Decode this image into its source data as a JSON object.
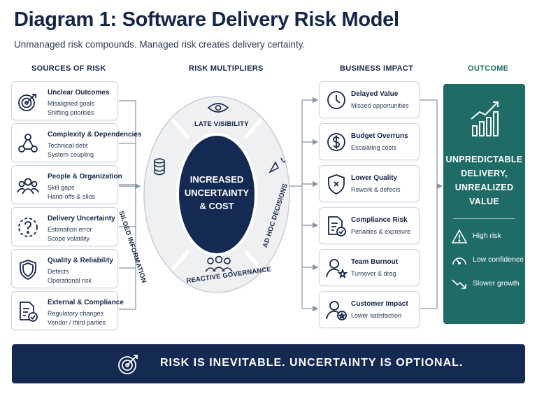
{
  "title": "Diagram 1: Software Delivery Risk Model",
  "subtitle": "Unmanaged risk compounds. Managed risk creates delivery certainty.",
  "columns": {
    "sources": "SOURCES OF RISK",
    "multipliers": "RISK MULTIPLIERS",
    "impact": "BUSINESS IMPACT",
    "outcome": "OUTCOME"
  },
  "sources": [
    {
      "title": "Unclear Outcomes",
      "line1": "Misaligned goals",
      "line2": "Shifting priorities",
      "icon": "target-icon"
    },
    {
      "title": "Complexity & Dependencies",
      "line1": "Technical debt",
      "line2": "System coupling",
      "icon": "network-icon"
    },
    {
      "title": "People & Organization",
      "line1": "Skill gaps",
      "line2": "Hand-offs & silos",
      "icon": "people-icon"
    },
    {
      "title": "Delivery Uncertainty",
      "line1": "Estimation error",
      "line2": "Scope volatility",
      "icon": "question-icon"
    },
    {
      "title": "Quality & Reliability",
      "line1": "Defects",
      "line2": "Operational risk",
      "icon": "shield-icon"
    },
    {
      "title": "External & Compliance",
      "line1": "Regulatory changes",
      "line2": "Vendor / third parties",
      "icon": "document-check-icon"
    }
  ],
  "multipliers": {
    "top": "LATE VISIBILITY",
    "right": "AD HOC DECISIONS",
    "bottom": "REACTIVE GOVERNANCE",
    "left": "SILOED INFORMATION",
    "center_line1": "INCREASED",
    "center_line2": "UNCERTAINTY",
    "center_line3": "& COST"
  },
  "impacts": [
    {
      "title": "Delayed Value",
      "line1": "Missed opportunities",
      "icon": "clock-icon"
    },
    {
      "title": "Budget Overruns",
      "line1": "Escalating costs",
      "icon": "dollar-icon"
    },
    {
      "title": "Lower Quality",
      "line1": "Rework & defects",
      "icon": "shield-x-icon"
    },
    {
      "title": "Compliance Risk",
      "line1": "Penalties & exposure",
      "icon": "document-check-icon"
    },
    {
      "title": "Team Burnout",
      "line1": "Turnover & drag",
      "icon": "person-star-icon"
    },
    {
      "title": "Customer Impact",
      "line1": "Lower satisfaction",
      "icon": "customer-icon"
    }
  ],
  "outcome": {
    "line1": "UNPREDICTABLE",
    "line2": "DELIVERY,",
    "line3": "UNREALIZED",
    "line4": "VALUE",
    "items": [
      {
        "label": "High risk",
        "icon": "warning-icon"
      },
      {
        "label": "Low confidence",
        "icon": "gauge-icon"
      },
      {
        "label": "Slower growth",
        "icon": "trend-down-icon"
      }
    ]
  },
  "banner": "RISK IS INEVITABLE. UNCERTAINTY IS OPTIONAL.",
  "colors": {
    "navy": "#142a52",
    "teal": "#1f6b66",
    "ring": "#e9ecef"
  }
}
